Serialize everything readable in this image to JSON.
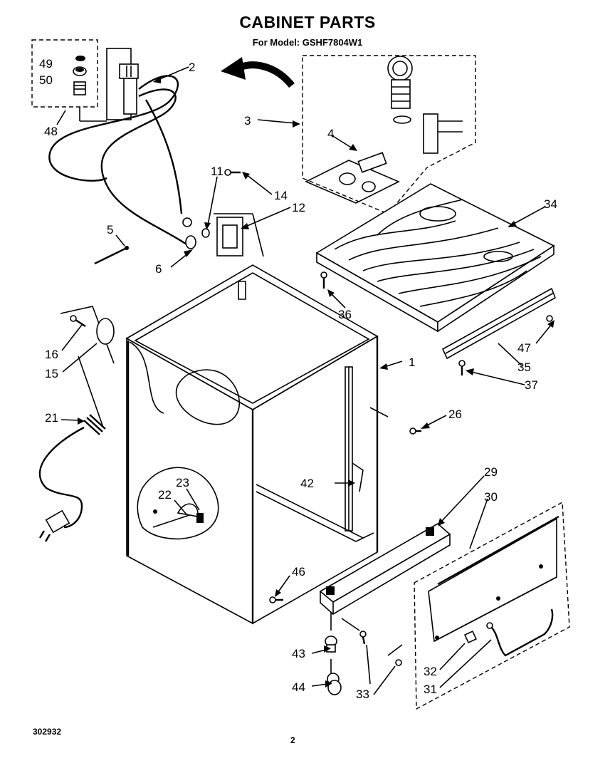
{
  "header": {
    "title": "CABINET PARTS",
    "model_line": "For Model: GSHF7804W1"
  },
  "footer": {
    "diagram_number": "302932",
    "page_number": "2"
  },
  "callouts": [
    {
      "id": "c1",
      "label": "1"
    },
    {
      "id": "c2",
      "label": "2"
    },
    {
      "id": "c3",
      "label": "3"
    },
    {
      "id": "c4",
      "label": "4"
    },
    {
      "id": "c5",
      "label": "5"
    },
    {
      "id": "c6",
      "label": "6"
    },
    {
      "id": "c11",
      "label": "11"
    },
    {
      "id": "c12",
      "label": "12"
    },
    {
      "id": "c14",
      "label": "14"
    },
    {
      "id": "c15",
      "label": "15"
    },
    {
      "id": "c16",
      "label": "16"
    },
    {
      "id": "c21",
      "label": "21"
    },
    {
      "id": "c22",
      "label": "22"
    },
    {
      "id": "c23",
      "label": "23"
    },
    {
      "id": "c26",
      "label": "26"
    },
    {
      "id": "c29",
      "label": "29"
    },
    {
      "id": "c30",
      "label": "30"
    },
    {
      "id": "c31",
      "label": "31"
    },
    {
      "id": "c32",
      "label": "32"
    },
    {
      "id": "c33",
      "label": "33"
    },
    {
      "id": "c34",
      "label": "34"
    },
    {
      "id": "c35",
      "label": "35"
    },
    {
      "id": "c36",
      "label": "36"
    },
    {
      "id": "c37",
      "label": "37"
    },
    {
      "id": "c42",
      "label": "42"
    },
    {
      "id": "c43",
      "label": "43"
    },
    {
      "id": "c44",
      "label": "44"
    },
    {
      "id": "c46",
      "label": "46"
    },
    {
      "id": "c47",
      "label": "47"
    },
    {
      "id": "c48",
      "label": "48"
    },
    {
      "id": "c49",
      "label": "49"
    },
    {
      "id": "c50",
      "label": "50"
    }
  ]
}
